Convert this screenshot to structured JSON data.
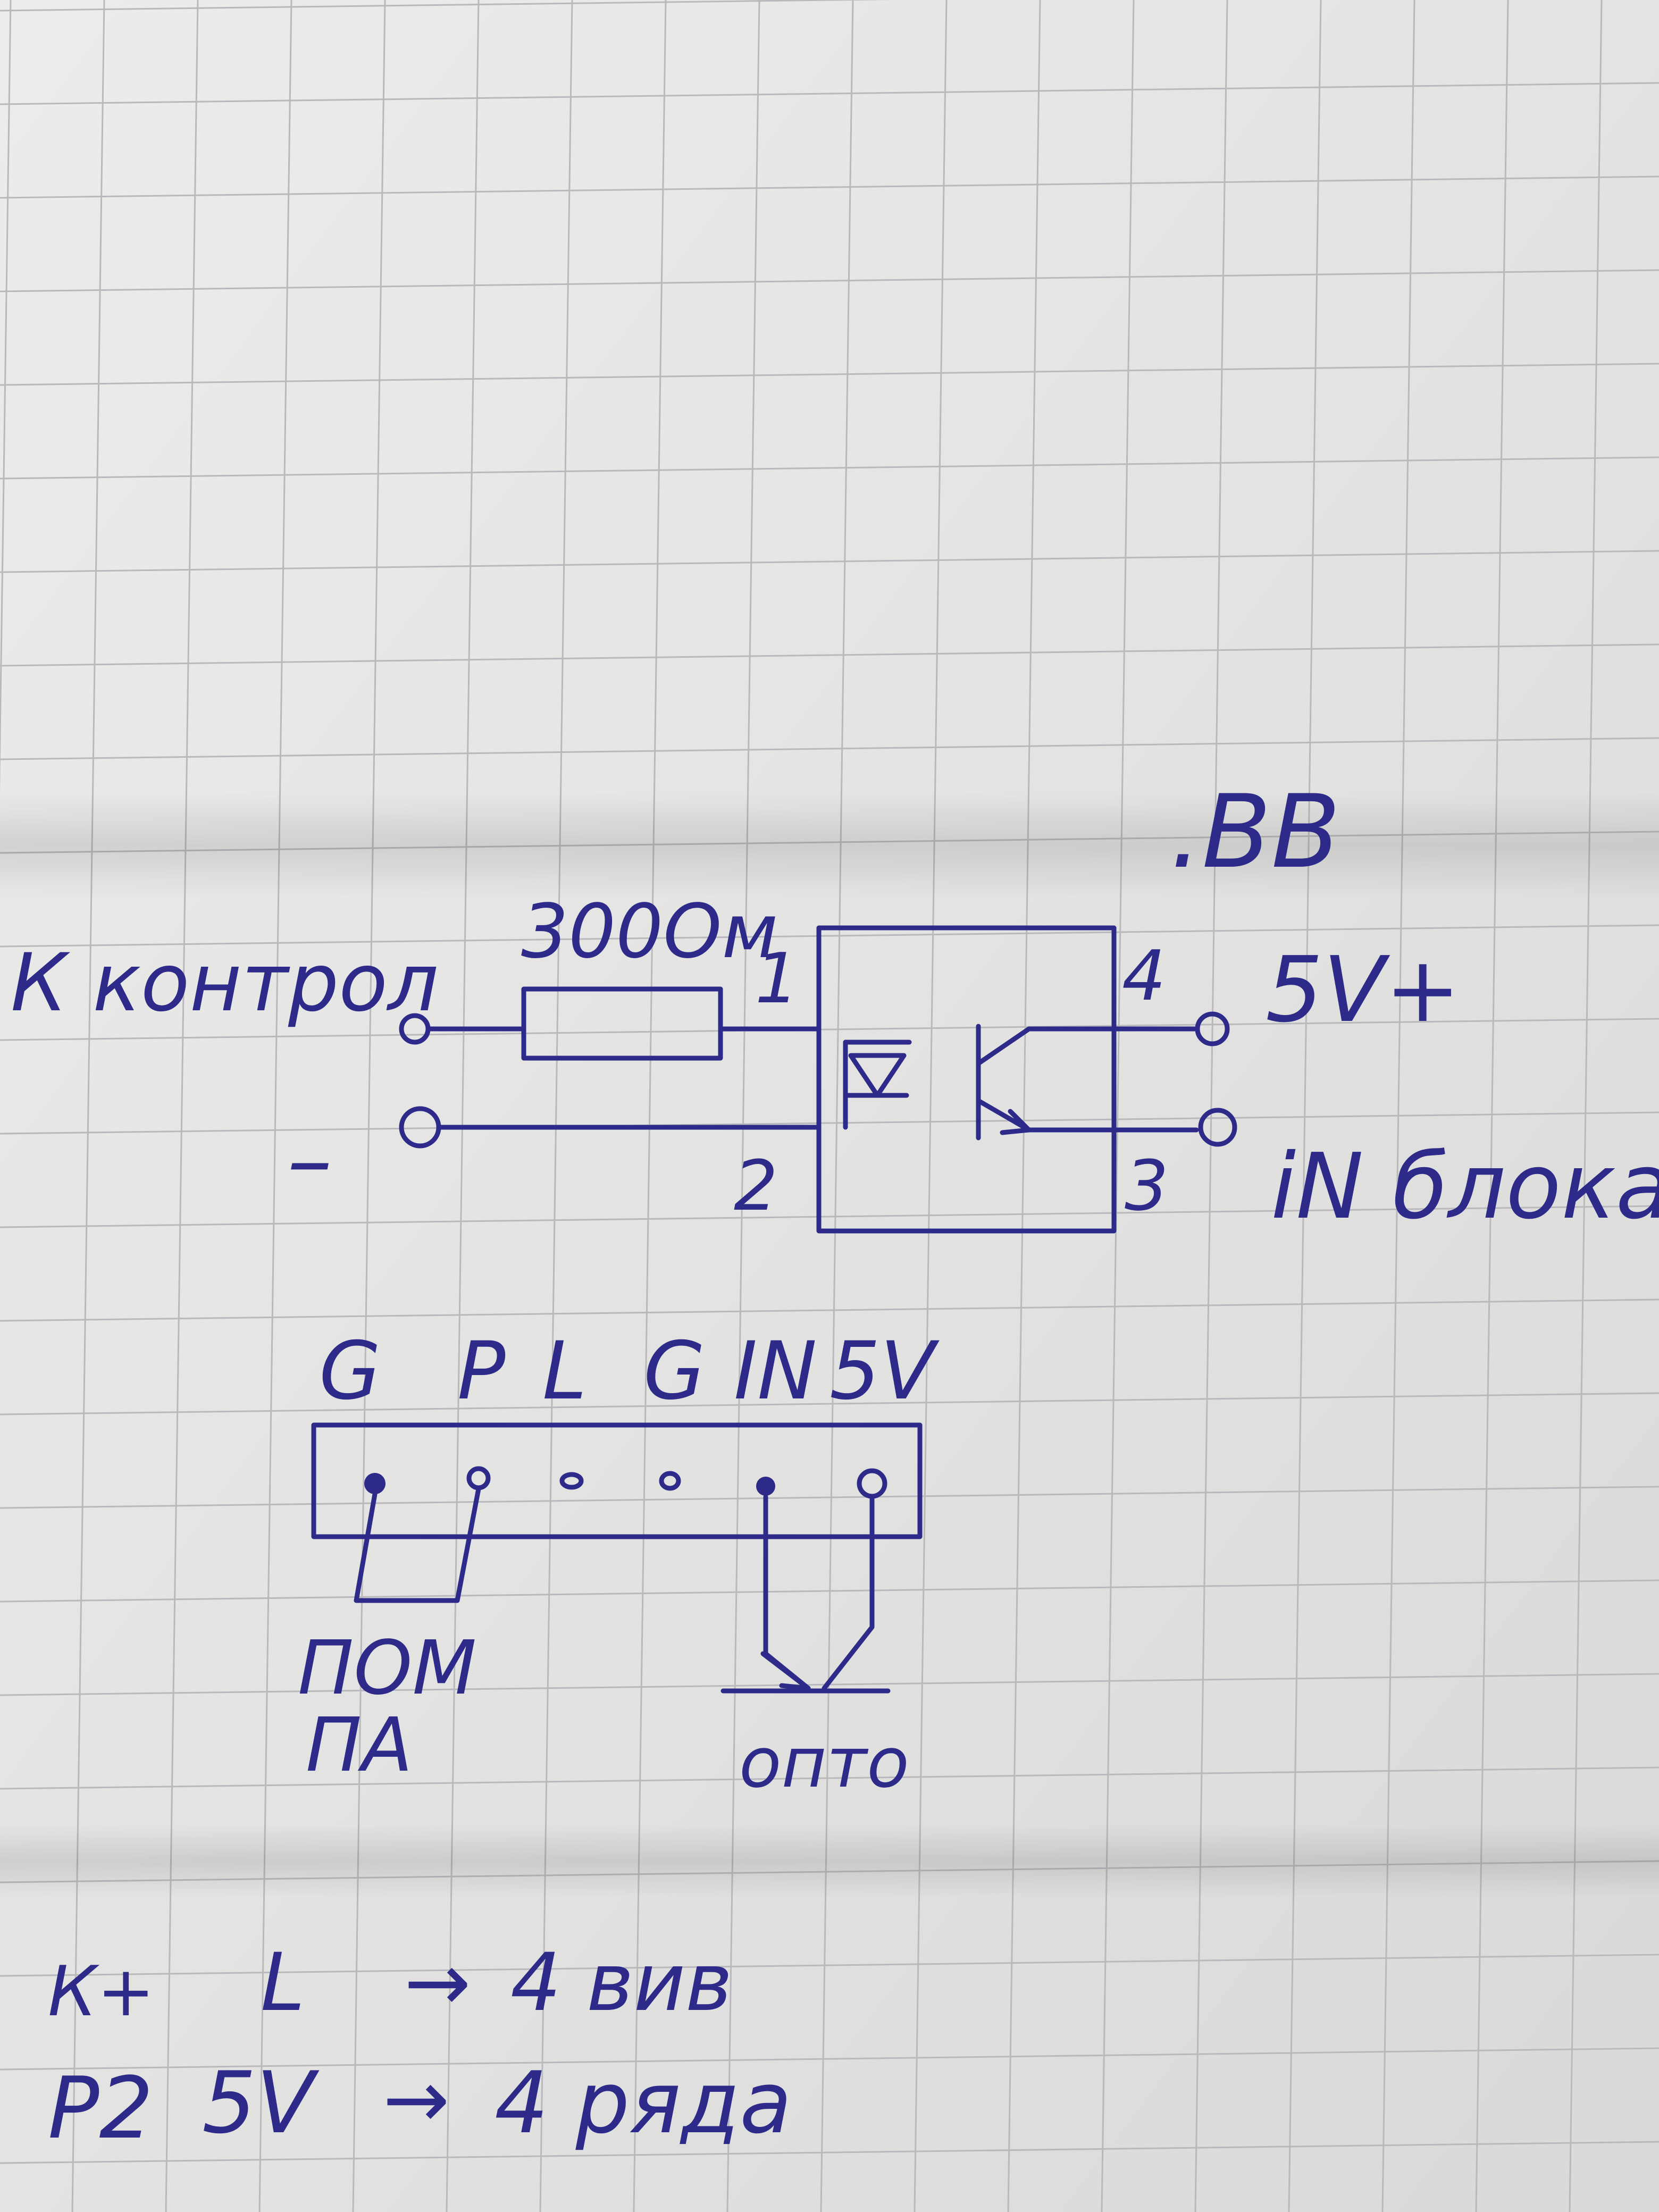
{
  "photo": {
    "ink_color": "#2e2a8a",
    "paper_color": "#e6e6e4",
    "grid_color": "#b9b9bd"
  },
  "schematic": {
    "title": ".BB",
    "left_label": "К контрол",
    "resistor_label": "300Ом",
    "minus_label": "–",
    "pin1": "1",
    "pin2": "2",
    "pin3": "3",
    "pin4": "4",
    "right_top_label": "5V+",
    "right_bottom_label": "iN блока"
  },
  "connector": {
    "pins": [
      "G",
      "P",
      "L",
      "G",
      "IN",
      "5V"
    ],
    "jumper_label_line1": "ПОМ",
    "jumper_label_line2": "ПА",
    "opto_label": "опто"
  },
  "notes": [
    {
      "left": "К+",
      "mid": "L",
      "arrow": "→",
      "right": "4 вив"
    },
    {
      "left": "Р2",
      "mid": "5V",
      "arrow": "→",
      "right": "4 ряда"
    }
  ]
}
